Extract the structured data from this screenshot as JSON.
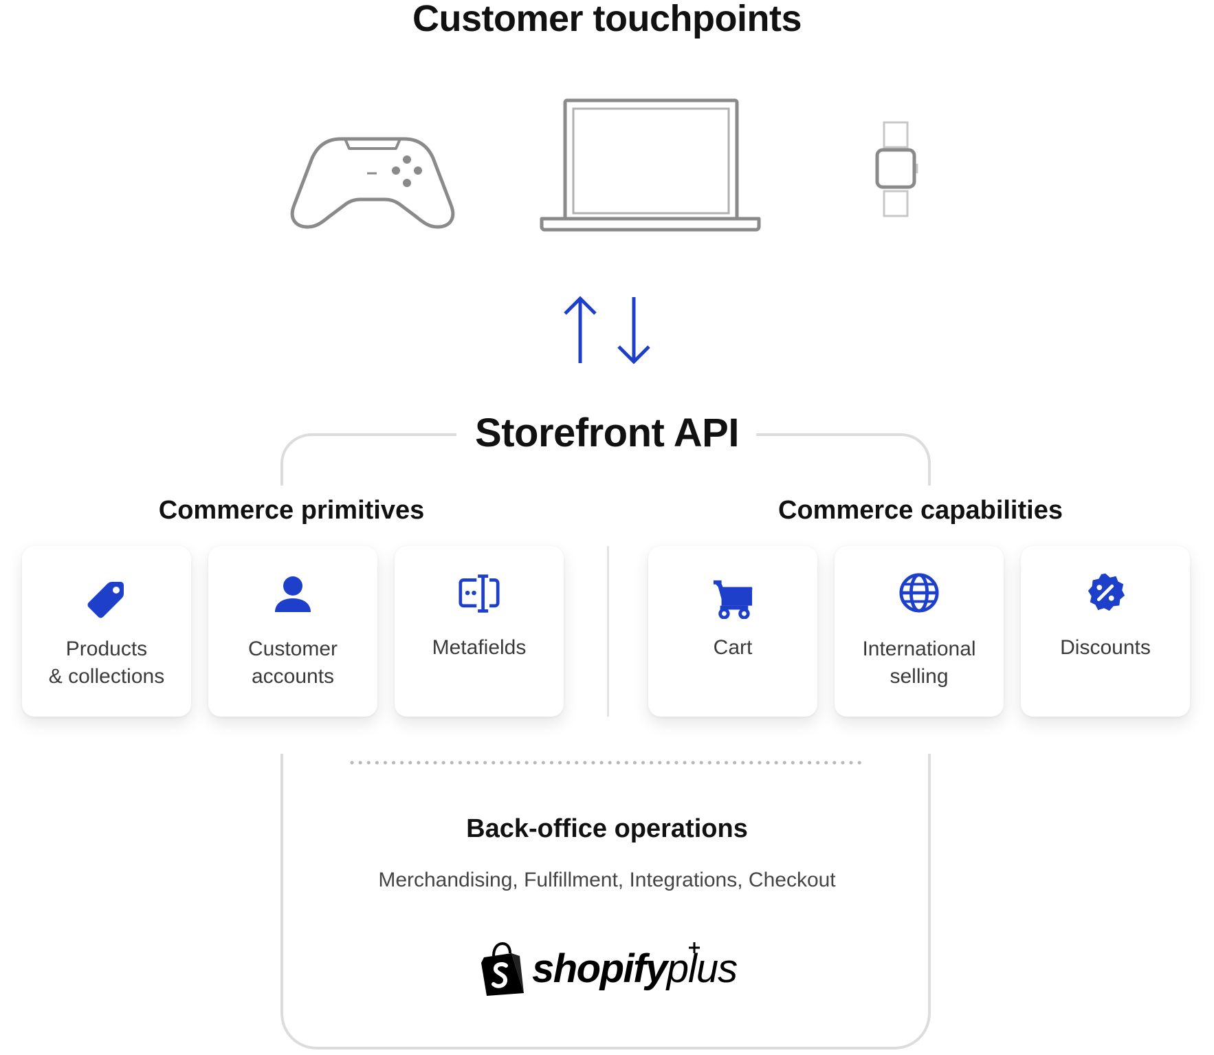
{
  "header": {
    "title": "Customer touchpoints"
  },
  "devices": [
    {
      "icon": "game-controller-icon"
    },
    {
      "icon": "laptop-icon"
    },
    {
      "icon": "smartwatch-icon"
    }
  ],
  "api": {
    "title": "Storefront API"
  },
  "primitives": {
    "heading": "Commerce primitives",
    "cards": [
      {
        "icon": "price-tag-icon",
        "line1": "Products",
        "line2": "& collections"
      },
      {
        "icon": "person-icon",
        "line1": "Customer",
        "line2": "accounts"
      },
      {
        "icon": "metafields-icon",
        "line1": "Metafields",
        "line2": ""
      }
    ]
  },
  "capabilities": {
    "heading": "Commerce capabilities",
    "cards": [
      {
        "icon": "shopping-cart-icon",
        "line1": "Cart",
        "line2": ""
      },
      {
        "icon": "globe-icon",
        "line1": "International",
        "line2": "selling"
      },
      {
        "icon": "discount-badge-icon",
        "line1": "Discounts",
        "line2": ""
      }
    ]
  },
  "backoffice": {
    "title": "Back-office operations",
    "subtitle": "Merchandising, Fulfillment, Integrations, Checkout"
  },
  "logo": {
    "word": "shopify",
    "plus": "plus"
  },
  "colors": {
    "accent": "#1d3fc9",
    "device_stroke": "#8a8a8a",
    "frame_stroke": "#dcdcdc"
  }
}
